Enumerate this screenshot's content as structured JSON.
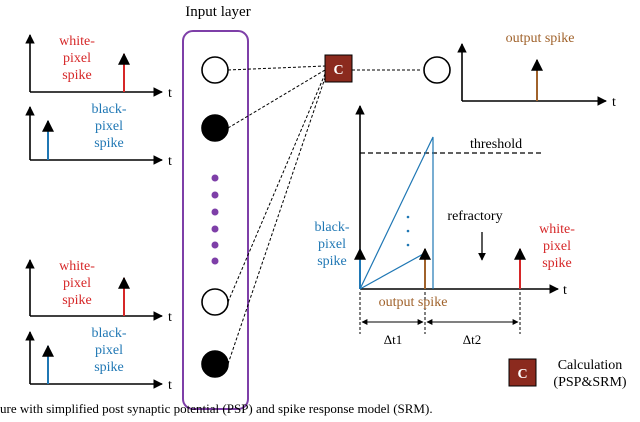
{
  "colors": {
    "red": "#d62728",
    "blue": "#1f77b4",
    "brown": "#a0622b",
    "purple": "#7e3fa8",
    "calc_fill": "#8b2a1e"
  },
  "labels": {
    "input_layer": "Input layer",
    "t": "t",
    "white_1": "white-",
    "white_2": "pixel",
    "white_3": "spike",
    "black_1": "black-",
    "black_2": "pixel",
    "black_3": "spike",
    "output_spike": "output spike",
    "threshold": "threshold",
    "refractory": "refractory",
    "dt1": "Δt1",
    "dt2": "Δt2",
    "calc_letter": "C",
    "calc_line1": "Calculation",
    "calc_line2": "(PSP&SRM)",
    "caption": "ure with simplified post synaptic potential (PSP) and spike response model (SRM)."
  }
}
